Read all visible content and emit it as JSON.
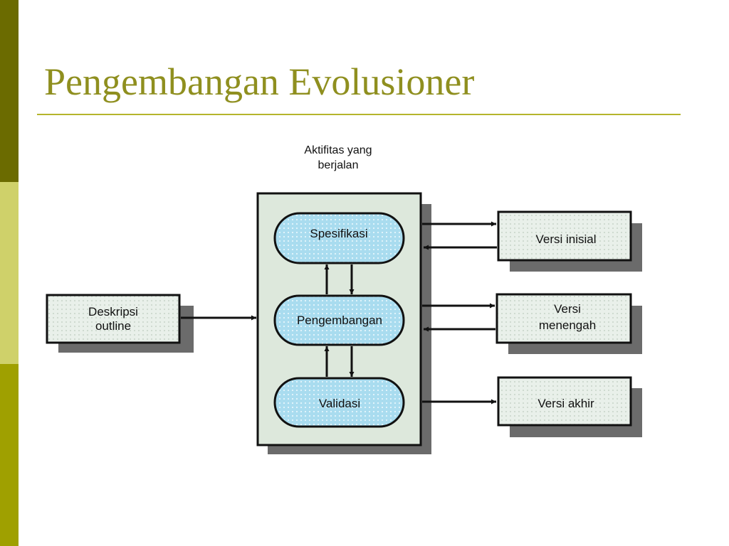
{
  "slide": {
    "title": "Pengembangan Evolusioner"
  },
  "colors": {
    "title": "#8f8f1f",
    "rule": "#b5b52c",
    "bar_dark": "#6b6b00",
    "bar_light": "#cfd16a",
    "bar_mid": "#9fa000",
    "box_fill": "#e9f0ea",
    "activity_fill": "#a9dcef",
    "shadow": "#6b6b6b",
    "container_fill": "#dde8dc",
    "line": "#111111"
  },
  "diagram": {
    "caption": {
      "line1": "Aktifitas yang",
      "line2": "berjalan"
    },
    "input": {
      "line1": "Deskripsi",
      "line2": "outline"
    },
    "activities": {
      "spesifikasi": "Spesifikasi",
      "pengembangan": "Pengembangan",
      "validasi": "Validasi"
    },
    "versions": {
      "inisial": "Versi inisial",
      "menengah_line1": "Versi",
      "menengah_line2": "menengah",
      "akhir": "Versi akhir"
    }
  }
}
